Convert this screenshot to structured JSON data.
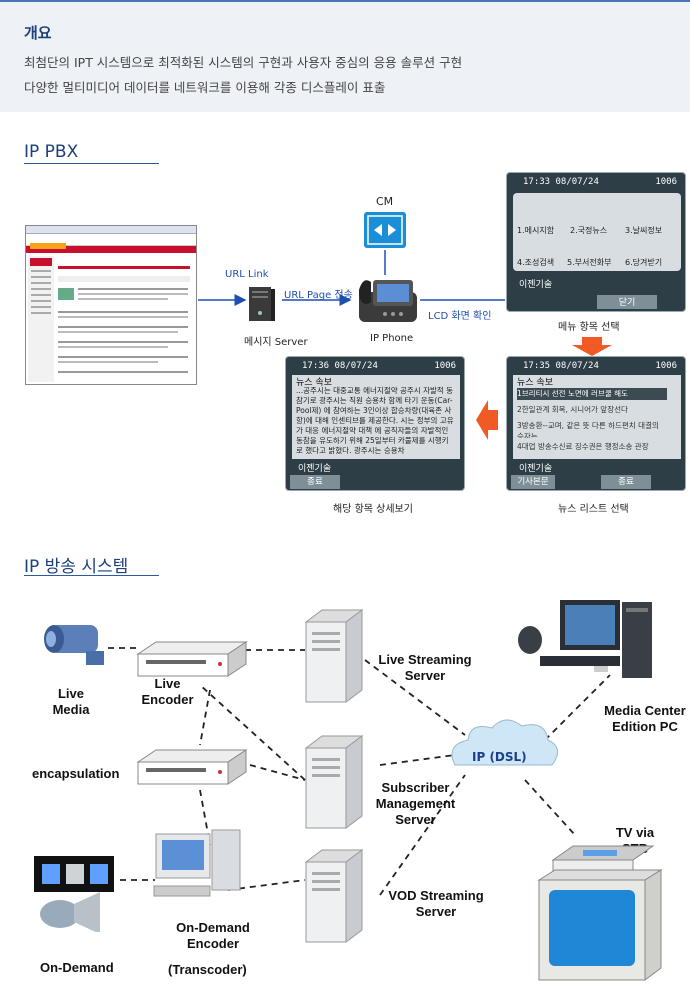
{
  "overview": {
    "title": "개요",
    "line1": "최첨단의 IPT 시스템으로 최적화된 시스템의 구현과 사용자 중심의 응용 솔루션 구현",
    "line2": "다양한 멀티미디어 데이터를 네트워크를 이용해 각종 디스플레이 표출"
  },
  "ippbx": {
    "title": "IP PBX",
    "url_link": "URL Link",
    "url_page": "URL Page 전송",
    "lcd": "LCD 화면 확인",
    "cm": "CM",
    "message_server": "메시지 Server",
    "ip_phone": "IP Phone",
    "menu_caption": "메뉴 항목 선택",
    "list_caption": "뉴스 리스트 선택",
    "detail_caption": "해당 항목 상세보기",
    "menu_screen": {
      "time": "17:33 08/07/24",
      "ext": "1006",
      "items": [
        "1.메시지함",
        "2.국정뉴스",
        "3.날씨정보",
        "4.조성검색",
        "5.부서전화부",
        "6.당겨받기"
      ],
      "softkey_label": "이젠기술",
      "button": "닫기"
    },
    "list_screen": {
      "time": "17:35 08/07/24",
      "ext": "1006",
      "header": "뉴스 속보",
      "items": [
        "1브리티시 선전 노면에 러브쿨 해도",
        "2한일관계 회복, 시니어가 앞장선다",
        "3방송환--교며, 같은 뜻 다른 하드편치 대결의 승자는",
        "4대업 방송수신료 징수권은 행정소송 관장"
      ],
      "softkey_label": "이젠기술",
      "buttons": [
        "기사본문",
        "종료"
      ]
    },
    "detail_screen": {
      "time": "17:36 08/07/24",
      "ext": "1006",
      "header": "뉴스 속보",
      "body": "...공주시는 대중교통 에너지절약 공주시 자발적 동참기로 광주시는 직원 승용차 함께 타기 운동(Car-Pool제) 에 참여하는 3인이상 합승차량(대육존 사항)에 대해 인센티브를 제공한다. 시는 정부의 고유가 대응 에너지절약 대책 에 공직자들의 자발적인 동참을 유도하기 위해 25일부터 카풀제를 시행키로 했다고 밝혔다. 광주시는 승용차",
      "softkey_label": "이젠기술",
      "button": "종료"
    }
  },
  "broadcast": {
    "title": "IP 방송 시스템",
    "live_media": "Live\nMedia",
    "live_encoder": "Live\nEncoder",
    "encapsulation": "encapsulation",
    "on_demand": "On-Demand",
    "od_encoder": "On-Demand\nEncoder",
    "transcoder": "(Transcoder)",
    "live_streaming": "Live Streaming\nServer",
    "subscriber": "Subscriber\nManagement\nServer",
    "vod_streaming": "VOD Streaming\nServer",
    "ip_dsl": "IP (DSL)",
    "mce_pc": "Media Center\nEdition PC",
    "tv_stb": "TV via\nSTB"
  },
  "colors": {
    "accent": "#1d3f7a",
    "link_blue": "#1f4fb0",
    "arrow_red": "#f15a24",
    "overview_bg": "#eef1f6"
  }
}
